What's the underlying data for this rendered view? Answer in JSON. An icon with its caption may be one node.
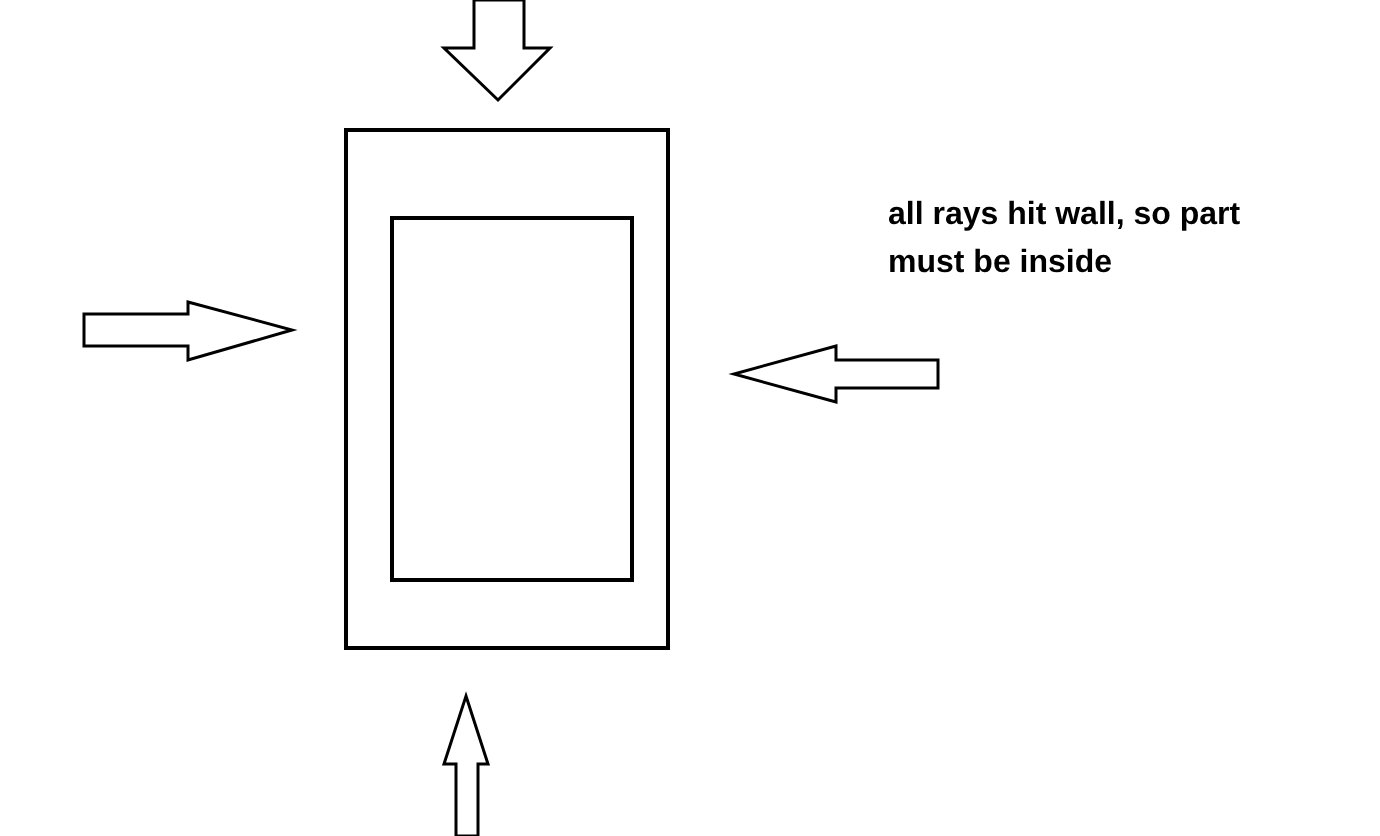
{
  "diagram": {
    "nodes": [
      {
        "text": [],
        "shape": "box"
      },
      {
        "text": [],
        "shape": "box",
        "in": 0
      }
    ],
    "labels": [
      "all rays hit wall, so part must be inside"
    ]
  }
}
